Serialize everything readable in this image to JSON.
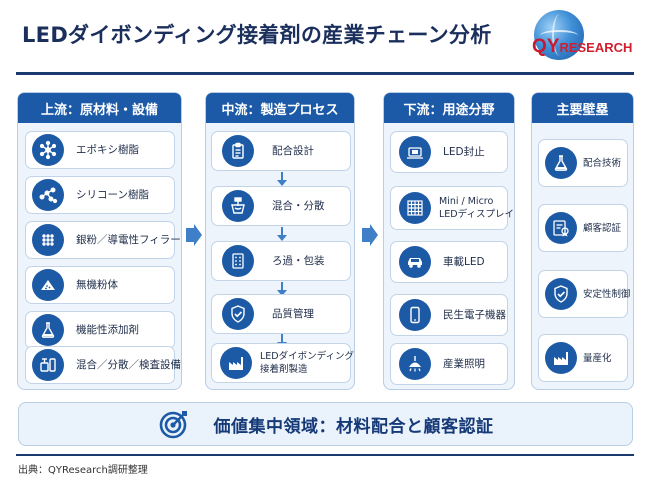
{
  "title": "LEDダイボンディング接着剤の産業チェーン分析",
  "logo": {
    "q": "QY",
    "rest": "RESEARCH"
  },
  "columns": [
    {
      "header": "上流：原材料・設備",
      "items": [
        {
          "label": "エポキシ樹脂",
          "icon": "molecule-icon"
        },
        {
          "label": "シリコーン樹脂",
          "icon": "network-icon"
        },
        {
          "label": "銀粉／導電性フィラー",
          "icon": "dots-icon"
        },
        {
          "label": "無機粉体",
          "icon": "powder-pile-icon"
        },
        {
          "label": "機能性添加剤",
          "icon": "flask-icon"
        },
        {
          "label": "混合／分散／検査設備",
          "icon": "mixing-equipment-icon"
        }
      ]
    },
    {
      "header": "中流：製造プロセス",
      "items": [
        {
          "label": "配合設計",
          "icon": "clipboard-icon"
        },
        {
          "label": "混合・分散",
          "icon": "mixer-icon"
        },
        {
          "label": "ろ過・包装",
          "icon": "filter-icon"
        },
        {
          "label": "品質管理",
          "icon": "shield-check-icon"
        },
        {
          "label": "LEDダイボンディング接着剤製造",
          "line1": "LEDダイボンディング",
          "line2": "接着剤製造",
          "icon": "factory-icon"
        }
      ]
    },
    {
      "header": "下流：用途分野",
      "items": [
        {
          "label": "LED封止",
          "icon": "led-chip-icon"
        },
        {
          "label": "Mini / Micro LEDディスプレイ",
          "line1": "Mini / Micro",
          "line2": "LEDディスプレイ",
          "icon": "display-grid-icon"
        },
        {
          "label": "車載LED",
          "icon": "car-icon"
        },
        {
          "label": "民生電子機器",
          "icon": "smartphone-icon"
        },
        {
          "label": "産業照明",
          "icon": "lamp-icon"
        }
      ]
    },
    {
      "header": "主要壁塁",
      "items": [
        {
          "label": "配合技術",
          "icon": "flask-icon"
        },
        {
          "label": "顧客認証",
          "icon": "certificate-icon"
        },
        {
          "label": "安定性制御",
          "icon": "shield-check-icon"
        },
        {
          "label": "量産化",
          "icon": "factory-icon"
        }
      ]
    }
  ],
  "focus": {
    "text": "価値集中領域：材料配合と顧客認証",
    "icon": "target-icon"
  },
  "source": "出典：QYResearch調研整理"
}
